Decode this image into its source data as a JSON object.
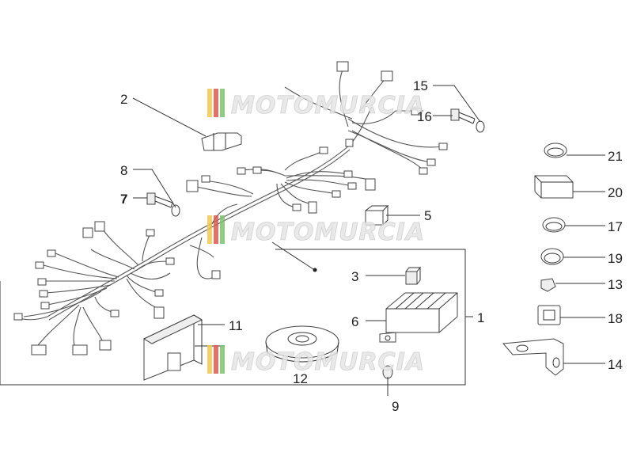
{
  "watermark": {
    "text": "MOTOMURCIA",
    "stripe_colors": [
      "#f2c94c",
      "#e05a4f",
      "#7cc36b"
    ]
  },
  "callouts": {
    "c1": "1",
    "c2": "2",
    "c3": "3",
    "c5": "5",
    "c6": "6",
    "c7": "7",
    "c8": "8",
    "c9": "9",
    "c11": "11",
    "c12": "12",
    "c13": "13",
    "c14": "14",
    "c15": "15",
    "c16": "16",
    "c17": "17",
    "c18": "18",
    "c19": "19",
    "c20": "20",
    "c21": "21"
  }
}
